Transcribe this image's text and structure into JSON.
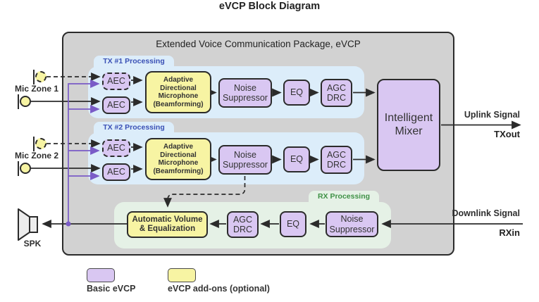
{
  "page": {
    "title": "eVCP Block Diagram"
  },
  "package": {
    "title": "Extended Voice Communication Package, eVCP"
  },
  "colors": {
    "basic_purple": "#d9c7f2",
    "addon_yellow": "#f7f4a3",
    "tx_panel_blue": "#dcedfa",
    "rx_panel_green": "#e5f1e6",
    "container_gray": "#d2d2d2",
    "line_black": "#2b2b2b",
    "line_purple": "#7a5bc7",
    "tx_label_blue": "#3a50b5",
    "rx_label_green": "#3f9146"
  },
  "io": {
    "mic_zone_1": "Mic Zone 1",
    "mic_zone_2": "Mic Zone 2",
    "speaker": "SPK",
    "uplink_signal": "Uplink Signal",
    "uplink_port": "TXout",
    "downlink_signal": "Downlink Signal",
    "downlink_port": "RXin"
  },
  "tx1": {
    "label": "TX #1 Processing",
    "aec_optional": "AEC",
    "aec": "AEC",
    "beamforming": "Adaptive\nDirectional\nMicrophone\n(Beamforming)",
    "noise_suppressor": "Noise\nSuppressor",
    "eq": "EQ",
    "agc_drc": "AGC\nDRC"
  },
  "tx2": {
    "label": "TX #2 Processing",
    "aec_optional": "AEC",
    "aec": "AEC",
    "beamforming": "Adaptive\nDirectional\nMicrophone\n(Beamforming)",
    "noise_suppressor": "Noise\nSuppressor",
    "eq": "EQ",
    "agc_drc": "AGC\nDRC"
  },
  "rx": {
    "label": "RX Processing",
    "auto_volume": "Automatic Volume\n& Equalization",
    "agc_drc": "AGC\nDRC",
    "eq": "EQ",
    "noise_suppressor": "Noise\nSuppressor"
  },
  "mixer": {
    "label": "Intelligent\nMixer"
  },
  "legend": {
    "basic": "Basic eVCP",
    "addons": "eVCP add-ons (optional)"
  }
}
